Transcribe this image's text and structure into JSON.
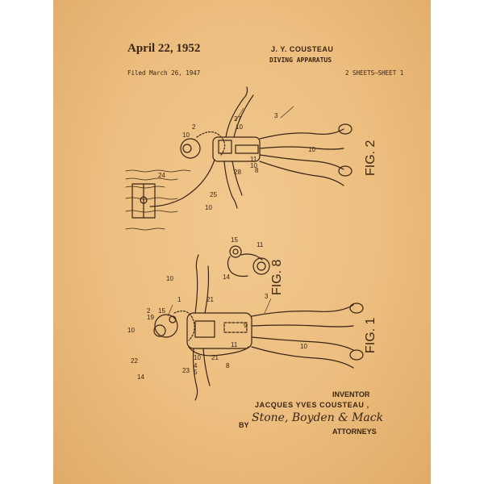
{
  "header": {
    "date": "April 22, 1952",
    "inventor_short": "J. Y. COUSTEAU",
    "title": "DIVING APPARATUS",
    "filed": "Filed March 26, 1947",
    "sheets": "2 SHEETS—SHEET 1"
  },
  "figures": {
    "fig2": "FIG. 2",
    "fig8": "FIG. 8",
    "fig1": "FIG. 1"
  },
  "numbers": {
    "n27": "27",
    "n2": "2",
    "n10": "10",
    "n3": "3",
    "n11": "11",
    "n28": "28",
    "n8": "8",
    "n24": "24",
    "n25": "25",
    "n15": "15",
    "n14": "14",
    "n1": "1",
    "n19": "19",
    "n21": "21",
    "n9": "9",
    "n22": "22",
    "n23": "23",
    "n4": "4",
    "n5": "5"
  },
  "footer": {
    "inventor_label": "INVENTOR",
    "inventor_full": "JACQUES YVES COUSTEAU ,",
    "by": "BY",
    "signature": "Stone, Boyden & Mack",
    "attorneys": "ATTORNEYS"
  },
  "colors": {
    "paper": "#ecbd7e",
    "ink": "#3a2412"
  }
}
